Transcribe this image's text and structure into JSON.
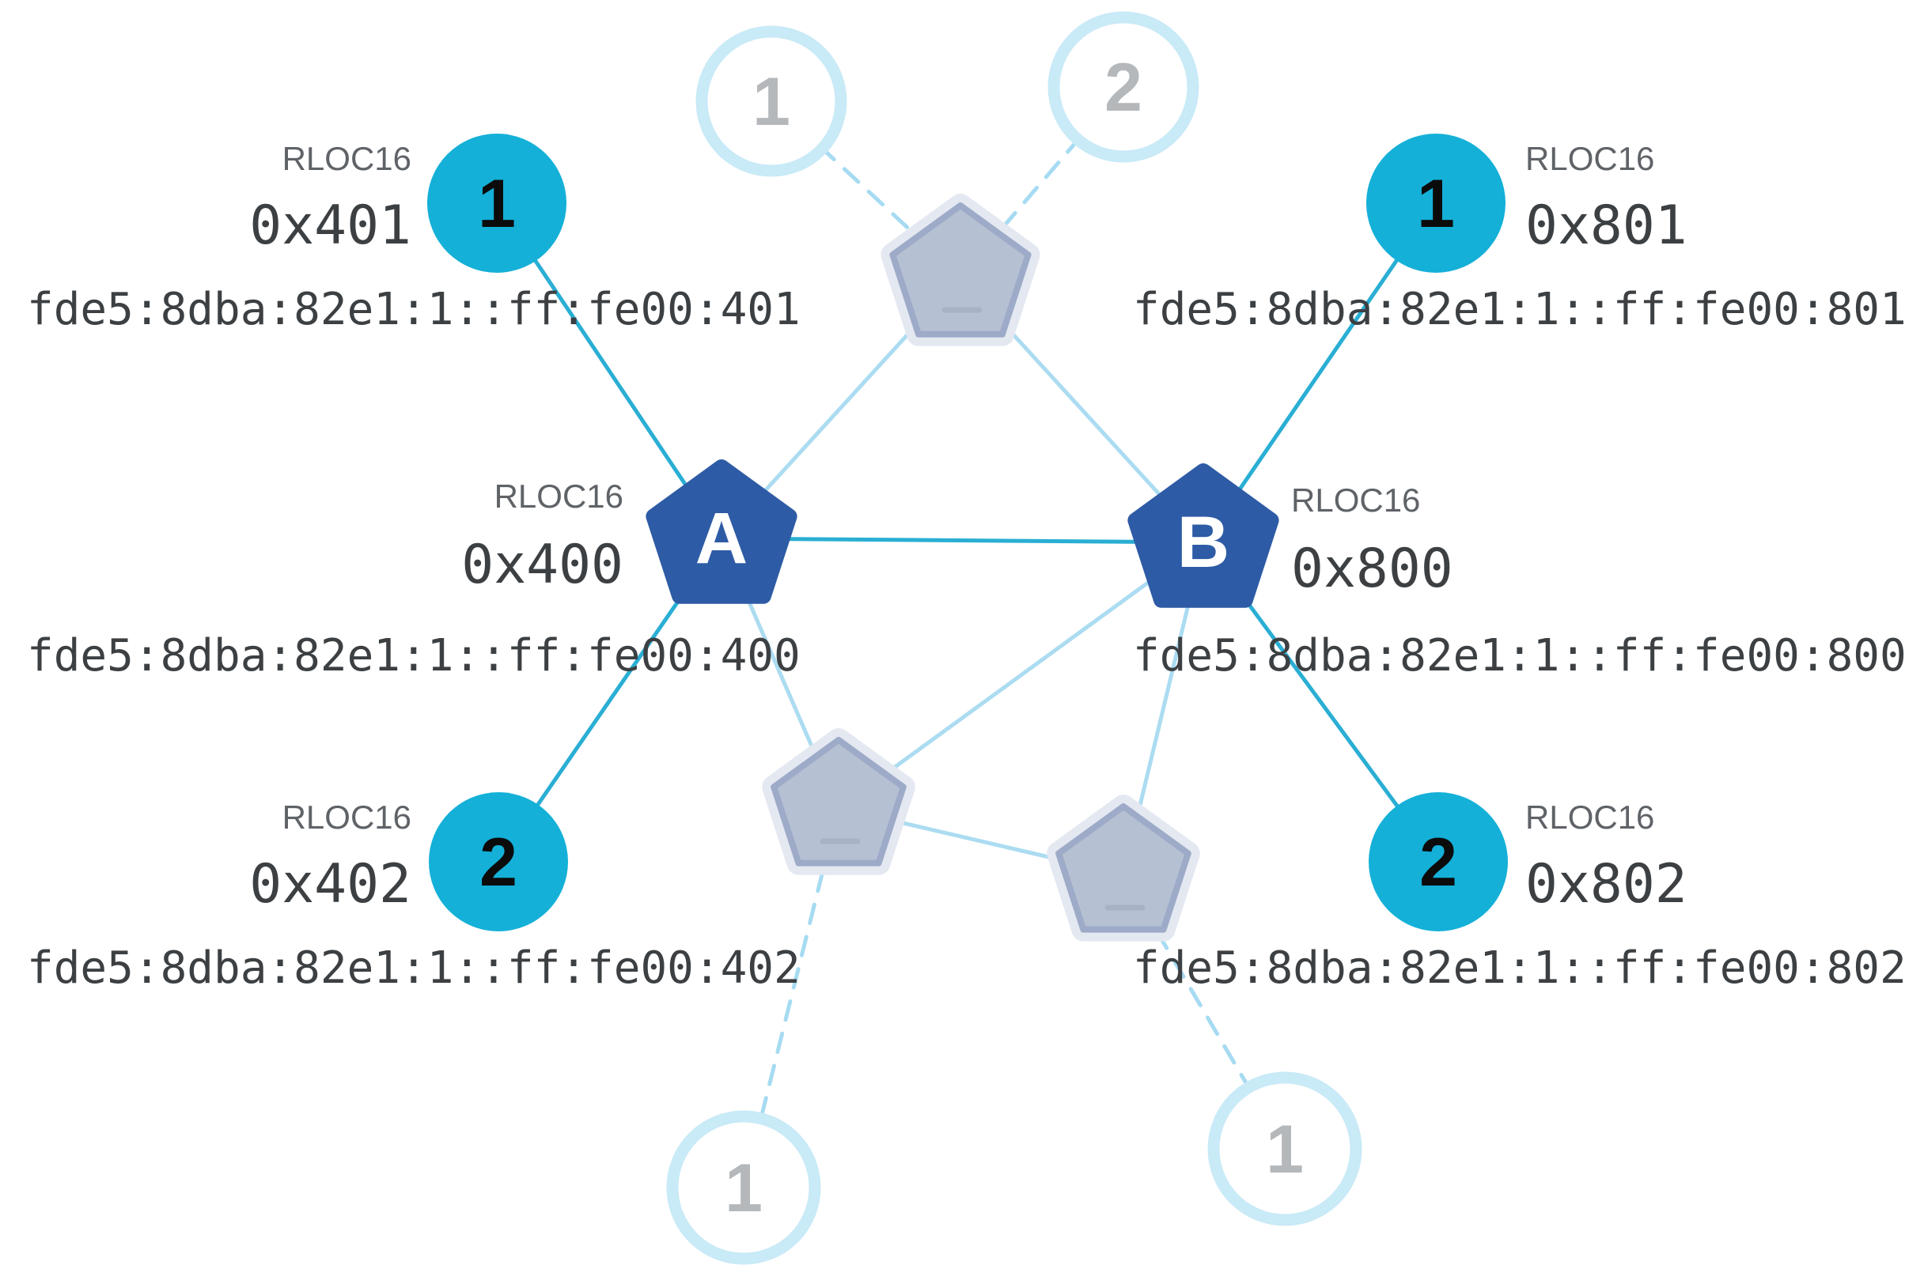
{
  "labels": {
    "rloc16": "RLOC16"
  },
  "routers": {
    "a": {
      "letter": "A",
      "rloc16_label": "RLOC16",
      "rloc16": "0x400",
      "ipv6": "fde5:8dba:82e1:1::ff:fe00:400"
    },
    "b": {
      "letter": "B",
      "rloc16_label": "RLOC16",
      "rloc16": "0x800",
      "ipv6": "fde5:8dba:82e1:1::ff:fe00:800"
    }
  },
  "children": {
    "a1": {
      "number": "1",
      "rloc16_label": "RLOC16",
      "rloc16": "0x401",
      "ipv6": "fde5:8dba:82e1:1::ff:fe00:401"
    },
    "a2": {
      "number": "2",
      "rloc16_label": "RLOC16",
      "rloc16": "0x402",
      "ipv6": "fde5:8dba:82e1:1::ff:fe00:402"
    },
    "b1": {
      "number": "1",
      "rloc16_label": "RLOC16",
      "rloc16": "0x801",
      "ipv6": "fde5:8dba:82e1:1::ff:fe00:801"
    },
    "b2": {
      "number": "2",
      "rloc16_label": "RLOC16",
      "rloc16": "0x802",
      "ipv6": "fde5:8dba:82e1:1::ff:fe00:802"
    }
  },
  "faded_nodes": {
    "top_child_1": {
      "number": "1"
    },
    "top_child_2": {
      "number": "2"
    },
    "bottom_left_child": {
      "number": "1"
    },
    "bottom_right_child": {
      "number": "1"
    }
  },
  "colors": {
    "router_blue": "#2e5ba5",
    "child_cyan": "#14b0d8",
    "link_cyan": "#2aaed4",
    "link_faded": "#abdcf1",
    "faded_ring": "#c9eaf7",
    "faded_number": "#b5b8bb",
    "gray_pentagon_fill": "#b6c0d3",
    "gray_pentagon_border": "#9dabc8",
    "gray_pentagon_halo": "#e4e8f1",
    "rloc_label_gray": "#5f6368",
    "mono_text": "#3c4043"
  }
}
